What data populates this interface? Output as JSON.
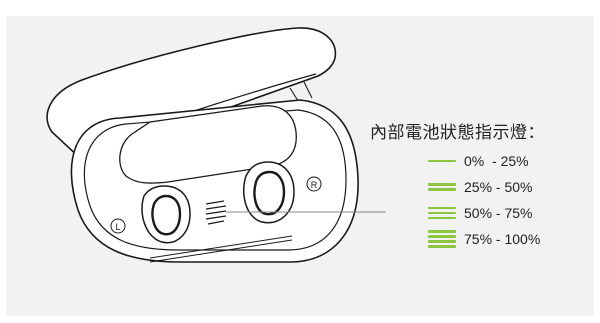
{
  "legend": {
    "title": "內部電池狀態指示燈：",
    "bar_color": "#8cc63f",
    "levels": [
      {
        "bars": 1,
        "range": "0%  - 25%"
      },
      {
        "bars": 2,
        "range": "25% - 50%"
      },
      {
        "bars": 3,
        "range": "50% - 75%"
      },
      {
        "bars": 4,
        "range": "75% - 100%"
      }
    ]
  },
  "case": {
    "left_marker": "L",
    "right_marker": "R"
  }
}
